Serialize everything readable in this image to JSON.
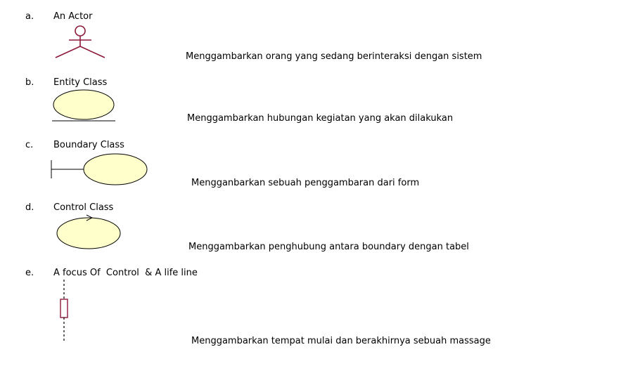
{
  "colors": {
    "accent": "#8b1a3a",
    "fill": "#ffffcc",
    "line": "#000000"
  },
  "items": [
    {
      "letter": "a.",
      "title": "An Actor",
      "icon": "actor-icon",
      "desc": "Menggambarkan orang yang sedang berinteraksi dengan sistem"
    },
    {
      "letter": "b.",
      "title": "Entity Class",
      "icon": "entity-class-icon",
      "desc": "Menggambarkan hubungan kegiatan yang akan dilakukan"
    },
    {
      "letter": "c.",
      "title": "Boundary Class",
      "icon": "boundary-class-icon",
      "desc": "Mengganbarkan sebuah penggambaran dari form"
    },
    {
      "letter": "d.",
      "title": "Control Class",
      "icon": "control-class-icon",
      "desc": "Menggambarkan penghubung antara boundary dengan tabel"
    },
    {
      "letter": "e.",
      "title": "A focus Of  Control  & A life line",
      "icon": "lifeline-icon",
      "desc": "Menggambarkan tempat mulai dan berakhirnya sebuah massage"
    }
  ]
}
